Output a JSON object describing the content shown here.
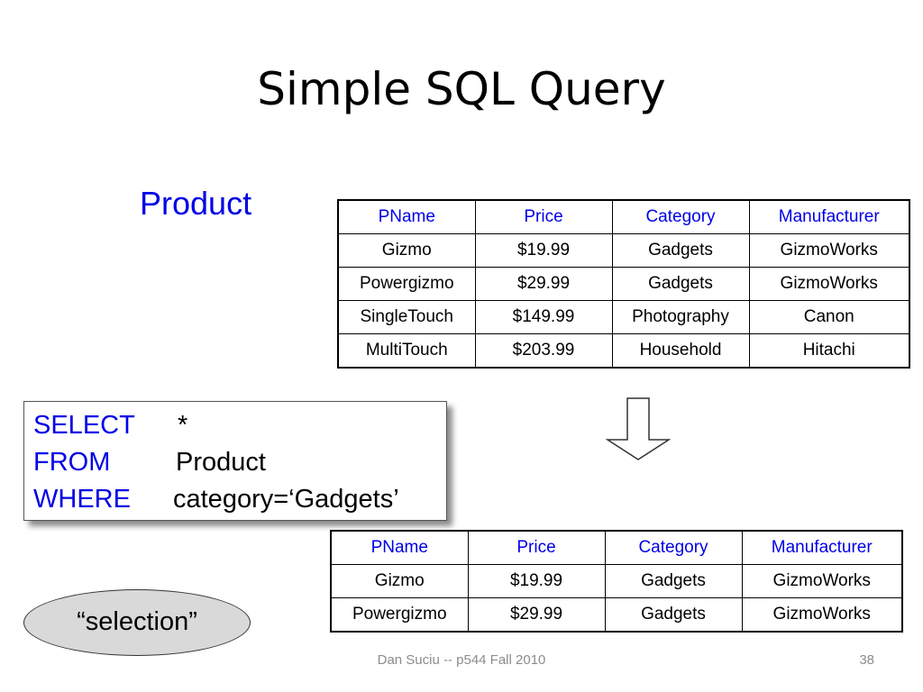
{
  "slide": {
    "title": "Simple SQL Query"
  },
  "product_table": {
    "caption": "Product",
    "columns": [
      "PName",
      "Price",
      "Category",
      "Manufacturer"
    ],
    "rows": [
      [
        "Gizmo",
        "$19.99",
        "Gadgets",
        "GizmoWorks"
      ],
      [
        "Powergizmo",
        "$29.99",
        "Gadgets",
        "GizmoWorks"
      ],
      [
        "SingleTouch",
        "$149.99",
        "Photography",
        "Canon"
      ],
      [
        "MultiTouch",
        "$203.99",
        "Household",
        "Hitachi"
      ]
    ]
  },
  "query": {
    "select_kw": "SELECT",
    "select_arg": "*",
    "from_kw": "FROM",
    "from_arg": "Product",
    "where_kw": "WHERE",
    "where_arg": "category=‘Gadgets’"
  },
  "result_table": {
    "columns": [
      "PName",
      "Price",
      "Category",
      "Manufacturer"
    ],
    "rows": [
      [
        "Gizmo",
        "$19.99",
        "Gadgets",
        "GizmoWorks"
      ],
      [
        "Powergizmo",
        "$29.99",
        "Gadgets",
        "GizmoWorks"
      ]
    ]
  },
  "selection_label": "“selection”",
  "footer": {
    "text": "Dan Suciu -- p544 Fall 2010",
    "page_number": "38"
  },
  "colors": {
    "keyword_blue": "#0000e6",
    "footer_gray": "#8c8c8c",
    "ellipse_fill": "#d9d9d9"
  },
  "icons": {
    "down_arrow": "down-arrow-icon"
  }
}
